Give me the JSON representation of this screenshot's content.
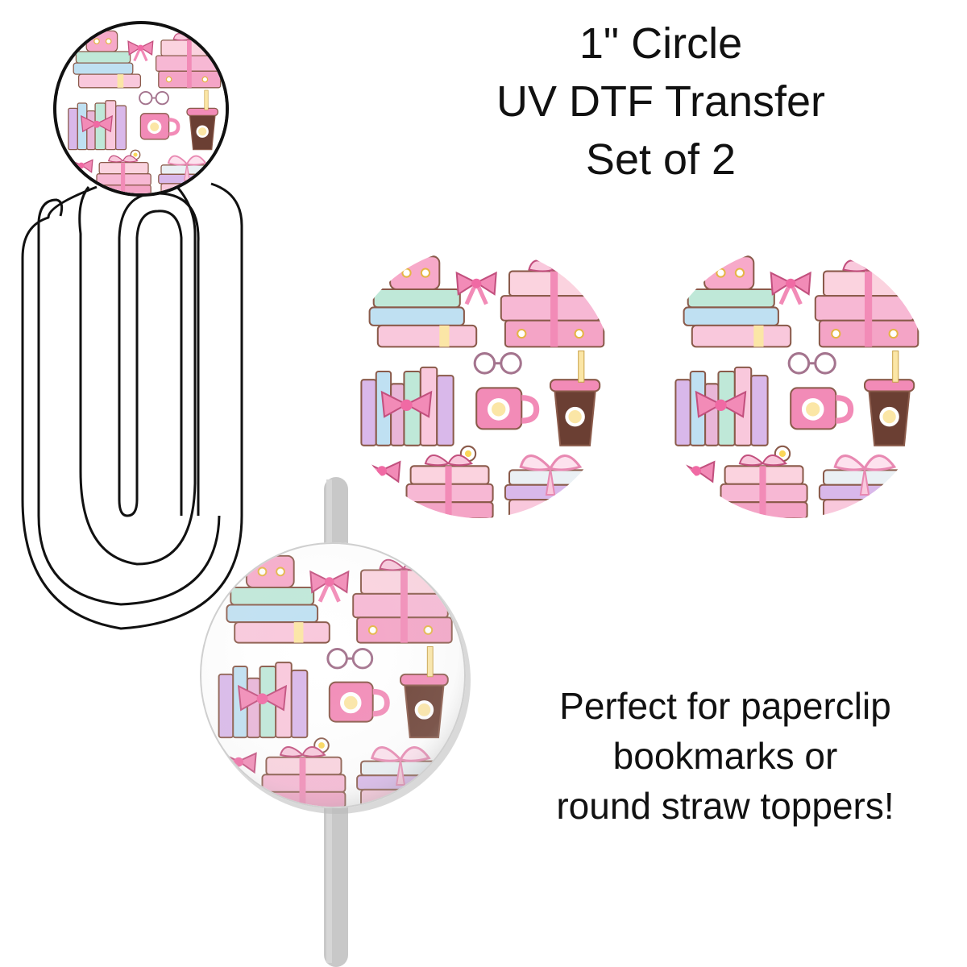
{
  "title": {
    "line1": "1\" Circle",
    "line2": "UV DTF Transfer",
    "line3": "Set of 2"
  },
  "caption": {
    "line1": "Perfect for paperclip",
    "line2": "bookmarks or",
    "line3": "round straw toppers!"
  },
  "colors": {
    "pink": "#f28bb7",
    "light_pink": "#f9c8dc",
    "lavender": "#d9b8ea",
    "mint": "#bfe8d8",
    "sky": "#bfe0f2",
    "butter": "#fbe6a6",
    "coffee": "#6b3f33",
    "straw_gray": "#c8c8c8",
    "outline": "#111111"
  },
  "icons": [
    "paperclip-icon",
    "straw-icon",
    "book-stack-icon",
    "bow-icon",
    "mug-icon",
    "coffee-cup-icon",
    "glasses-icon",
    "daisy-icon"
  ]
}
